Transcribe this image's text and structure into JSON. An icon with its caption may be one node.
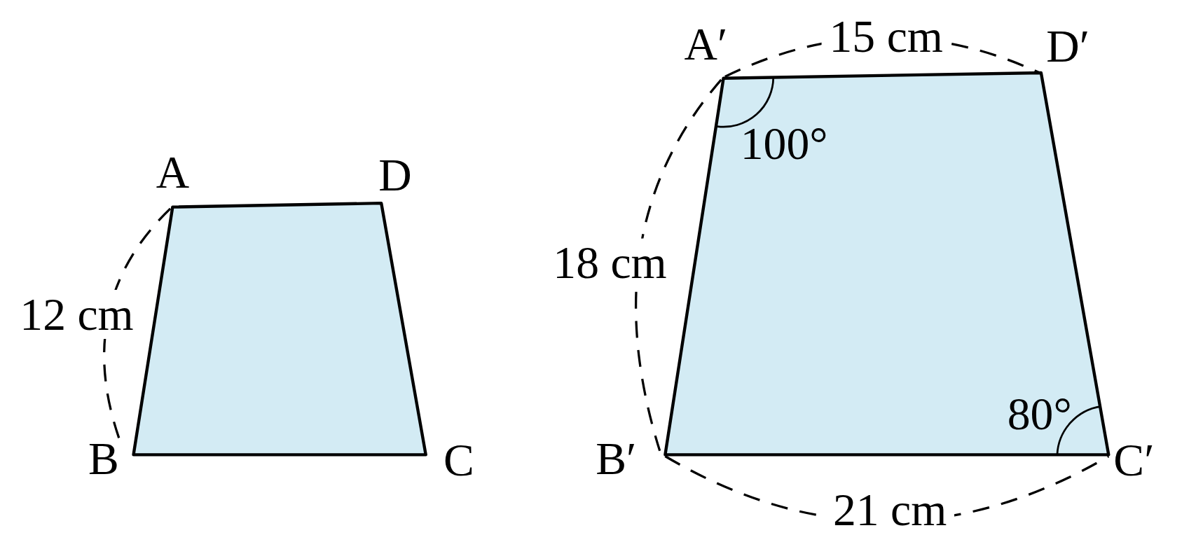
{
  "diagram": {
    "nodes": [
      {
        "text": [],
        "shape": "trapezoid"
      },
      {
        "text": [],
        "shape": "trapezoid"
      }
    ],
    "labels": [
      "A′",
      "15 cm",
      "D′",
      "A",
      "D",
      "100°",
      "18 cm",
      "12 cm",
      "80°",
      "B",
      "C",
      "B′",
      "C′",
      "21 cm"
    ]
  }
}
